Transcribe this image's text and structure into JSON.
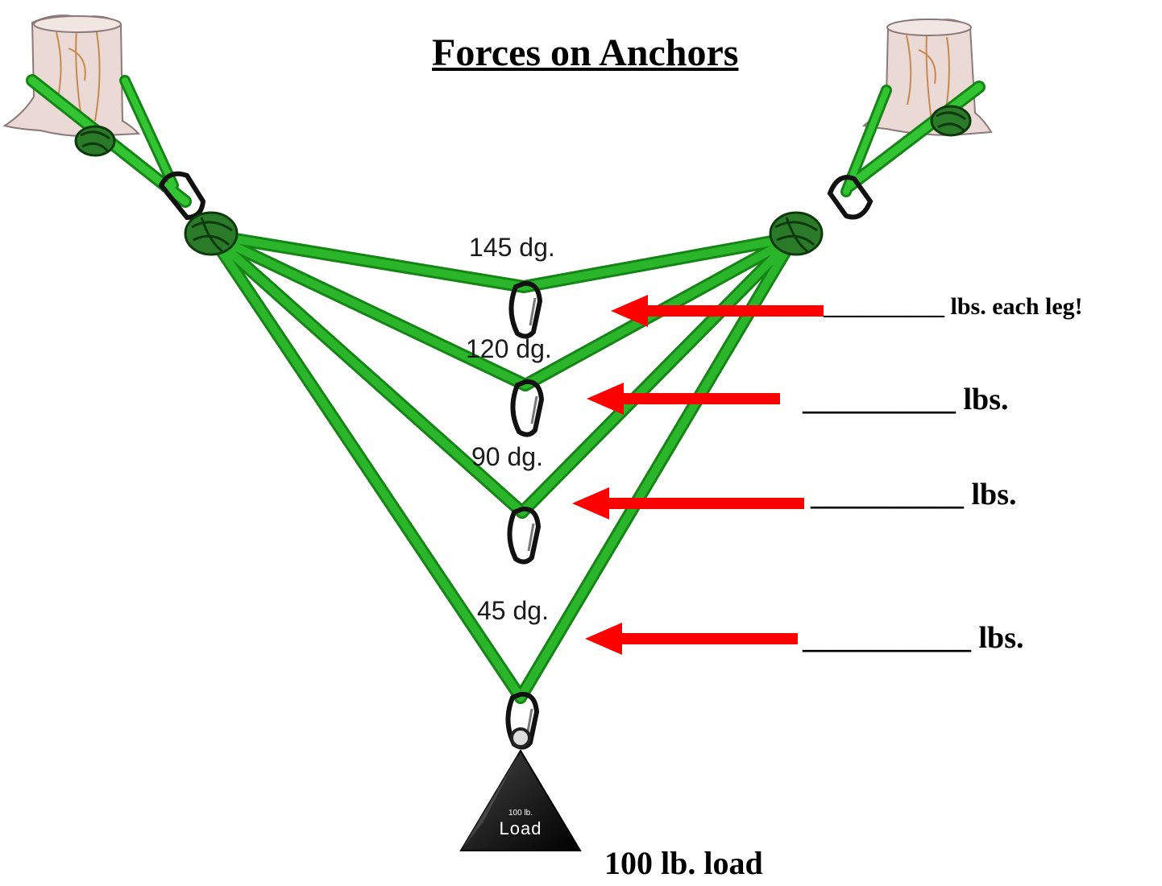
{
  "title": "Forces on Anchors",
  "angles": [
    {
      "label": "145 dg.",
      "answer": "__________ lbs. each leg!"
    },
    {
      "label": "120 dg.",
      "answer": "__________ lbs."
    },
    {
      "label": "90 dg.",
      "answer": "__________ lbs."
    },
    {
      "label": "45 dg.",
      "answer": "___________ lbs."
    }
  ],
  "load": {
    "weight_small": "100 lb.",
    "weight_large": "Load",
    "caption": "100 lb. load"
  },
  "colors": {
    "sling": "#2bb52b",
    "sling_dark": "#158515",
    "arrow": "#ff0000",
    "tree": "#ead9d4",
    "weight": "#222222"
  }
}
